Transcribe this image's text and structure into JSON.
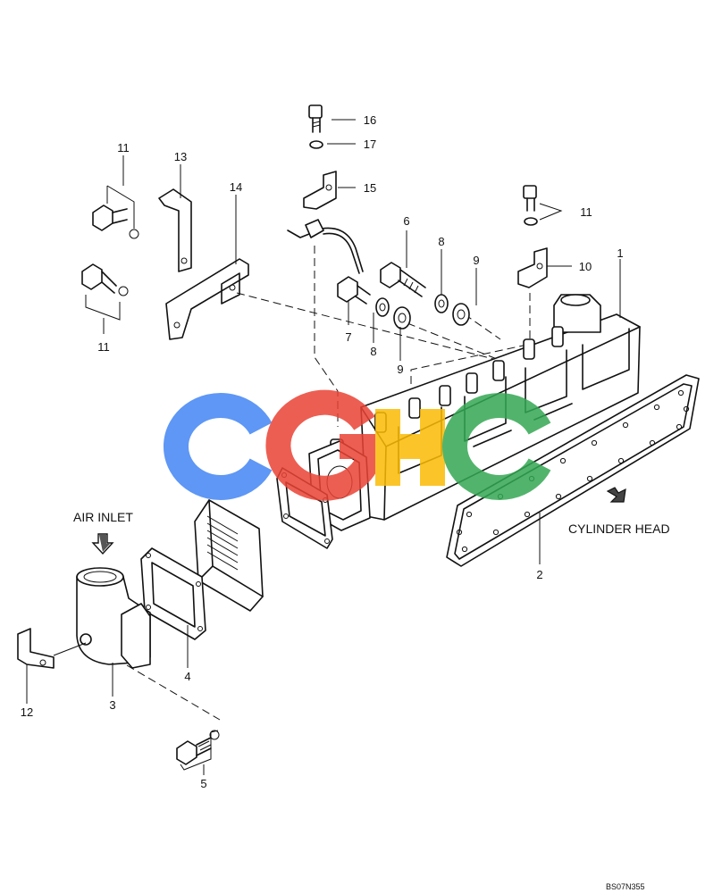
{
  "labels": {
    "air_inlet": "AIR INLET",
    "cylinder_head": "CYLINDER HEAD",
    "figure_code": "BS07N355",
    "watermark": "CGHC"
  },
  "callouts": {
    "p1": "1",
    "p2": "2",
    "p3": "3",
    "p4": "4",
    "p5": "5",
    "p6": "6",
    "p7": "7",
    "p8a": "8",
    "p8b": "8",
    "p9a": "9",
    "p9b": "9",
    "p10": "10",
    "p11a": "11",
    "p11b": "11",
    "p11c": "11",
    "p12": "12",
    "p13": "13",
    "p14": "14",
    "p15": "15",
    "p16": "16",
    "p17": "17"
  },
  "colors": {
    "line": "#111111",
    "watermark_blue": "#4285f4",
    "watermark_red": "#ea4335",
    "watermark_yellow": "#fbbc05",
    "watermark_green": "#34a853"
  }
}
